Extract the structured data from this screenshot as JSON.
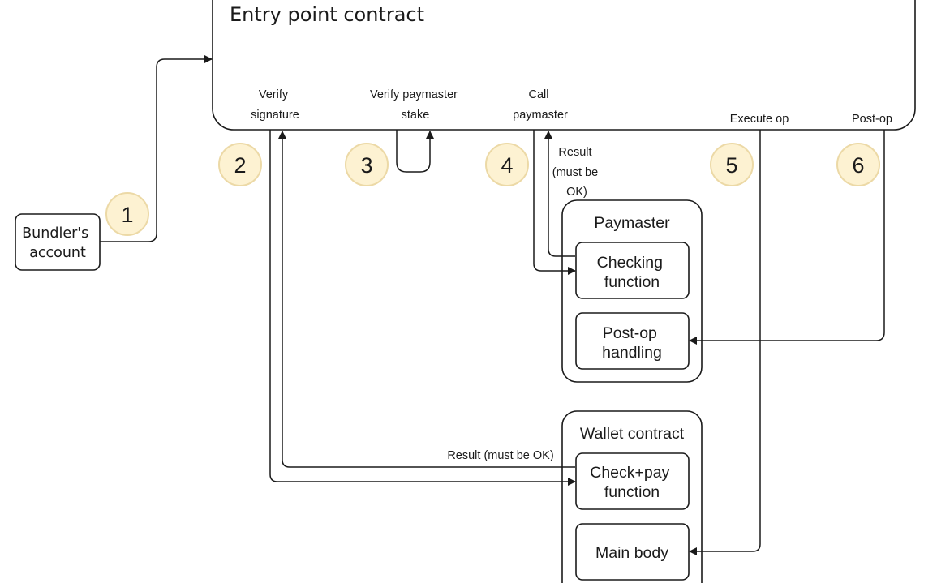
{
  "entry_point": {
    "title": "Entry point contract",
    "steps": {
      "verify_signature": [
        "Verify",
        "signature"
      ],
      "verify_paymaster_stake": [
        "Verify paymaster",
        "stake"
      ],
      "call_paymaster": [
        "Call",
        "paymaster"
      ],
      "execute_op": "Execute op",
      "post_op": "Post-op"
    }
  },
  "bundler": {
    "label": [
      "Bundler's",
      "account"
    ]
  },
  "paymaster": {
    "title": "Paymaster",
    "checking_function": [
      "Checking",
      "function"
    ],
    "post_op_handling": [
      "Post-op",
      "handling"
    ]
  },
  "wallet": {
    "title": "Wallet contract",
    "check_pay_function": [
      "Check+pay",
      "function"
    ],
    "main_body": "Main body"
  },
  "edge_labels": {
    "paymaster_result": [
      "Result",
      "(must be",
      "OK)"
    ],
    "wallet_result": "Result (must be OK)"
  },
  "badges": [
    "1",
    "2",
    "3",
    "4",
    "5",
    "6"
  ],
  "colors": {
    "badge_fill": "#fdf2d2",
    "badge_stroke": "#ecd9a6",
    "line": "#1a1a1a"
  }
}
